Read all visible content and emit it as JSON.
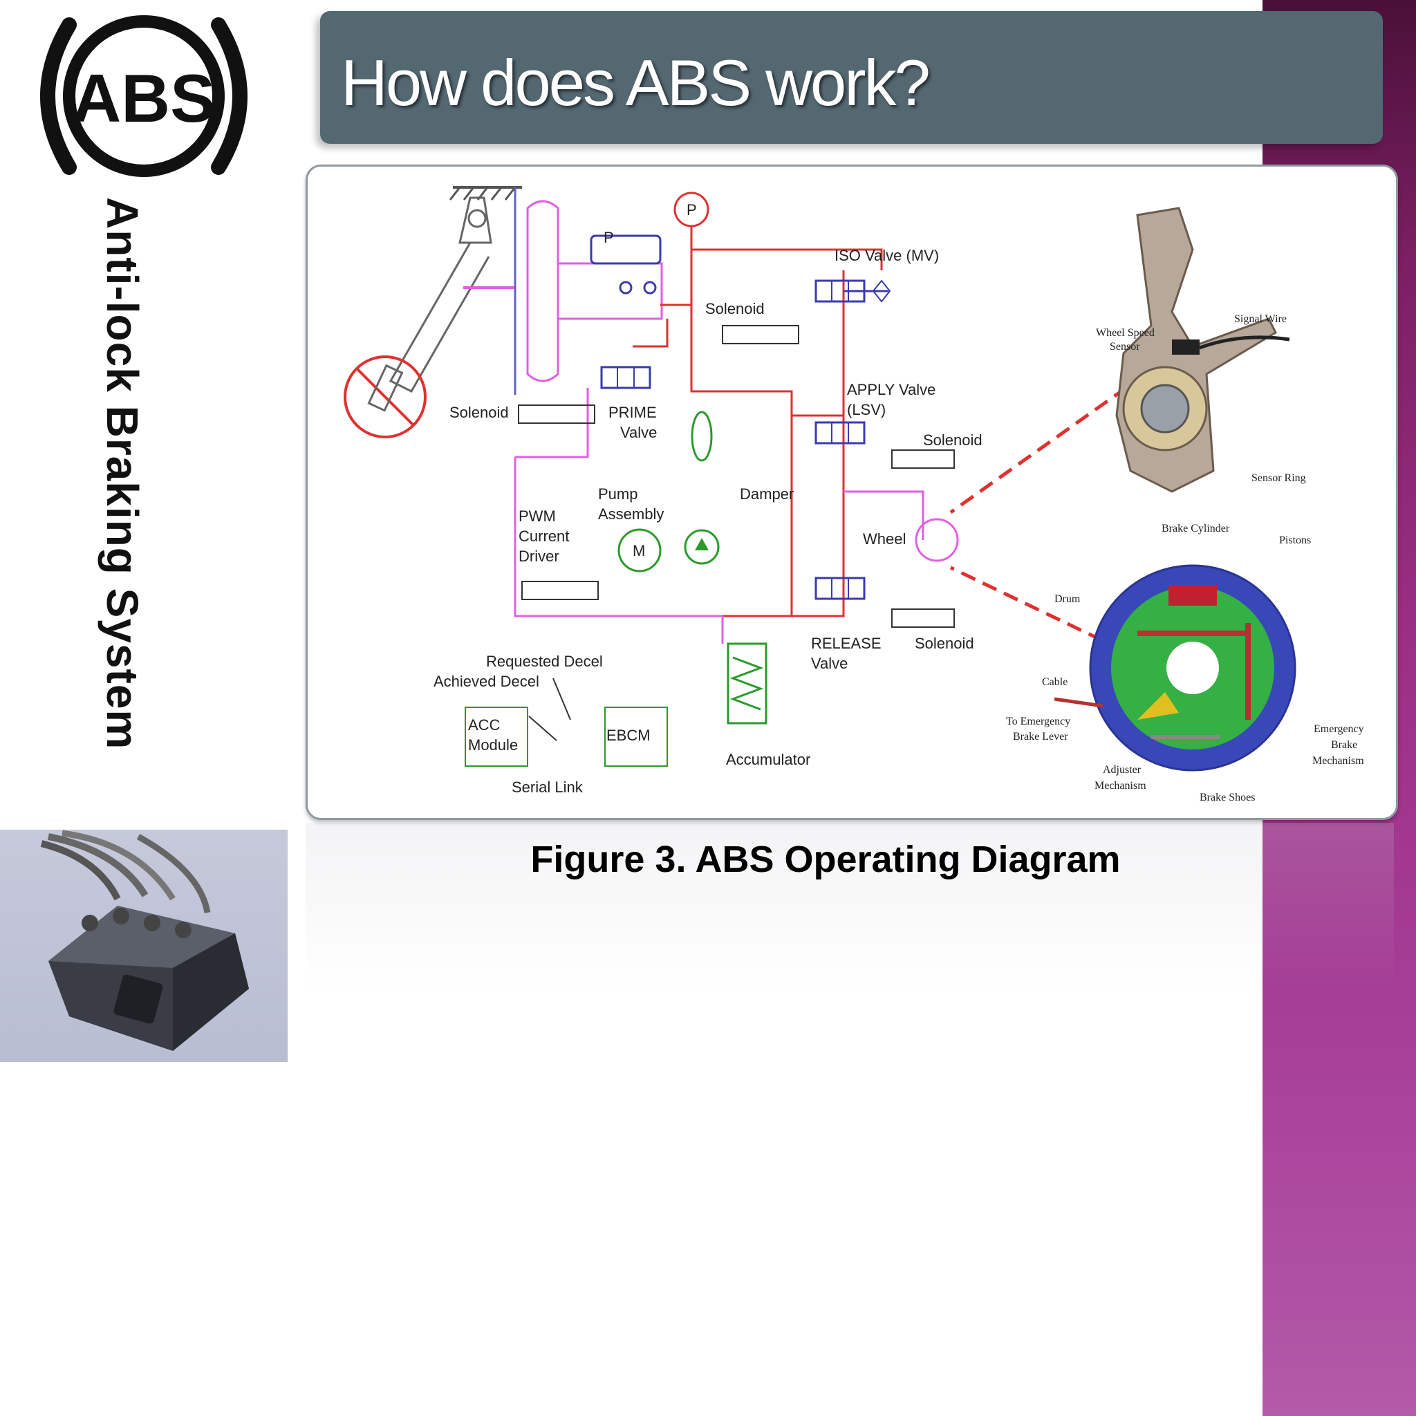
{
  "slide": {
    "title": "How does ABS work?",
    "vertical_title": "Anti-lock Braking System",
    "logo_text": "ABS",
    "caption": "Figure 3. ABS Operating Diagram"
  },
  "diagram": {
    "labels": {
      "iso_valve": "ISO Valve (MV)",
      "solenoid_top": "Solenoid",
      "solenoid_left": "Solenoid",
      "solenoid_apply": "Solenoid",
      "solenoid_release": "Solenoid",
      "prime_valve_1": "PRIME",
      "prime_valve_2": "Valve",
      "apply_valve_1": "APPLY Valve",
      "apply_valve_2": "(LSV)",
      "damper": "Damper",
      "pump_1": "Pump",
      "pump_2": "Assembly",
      "pwm_1": "PWM",
      "pwm_2": "Current",
      "pwm_3": "Driver",
      "wheel": "Wheel",
      "release_1": "RELEASE",
      "release_2": "Valve",
      "requested_decel": "Requested Decel",
      "achieved_decel": "Achieved Decel",
      "acc_1": "ACC",
      "acc_2": "Module",
      "ebcm": "EBCM",
      "serial_link": "Serial Link",
      "accumulator": "Accumulator",
      "pressure": "P",
      "motor": "M"
    },
    "hub_labels": {
      "wheel_speed_sensor_1": "Wheel Speed",
      "wheel_speed_sensor_2": "Sensor",
      "signal_wire": "Signal Wire",
      "sensor_ring": "Sensor Ring"
    },
    "drum_labels": {
      "brake_cylinder": "Brake Cylinder",
      "pistons": "Pistons",
      "drum": "Drum",
      "cable": "Cable",
      "to_emergency_1": "To Emergency",
      "to_emergency_2": "Brake Lever",
      "emergency_1": "Emergency",
      "emergency_2": "Brake",
      "emergency_3": "Mechanism",
      "adjuster_1": "Adjuster",
      "adjuster_2": "Mechanism",
      "brake_shoes": "Brake Shoes"
    }
  }
}
